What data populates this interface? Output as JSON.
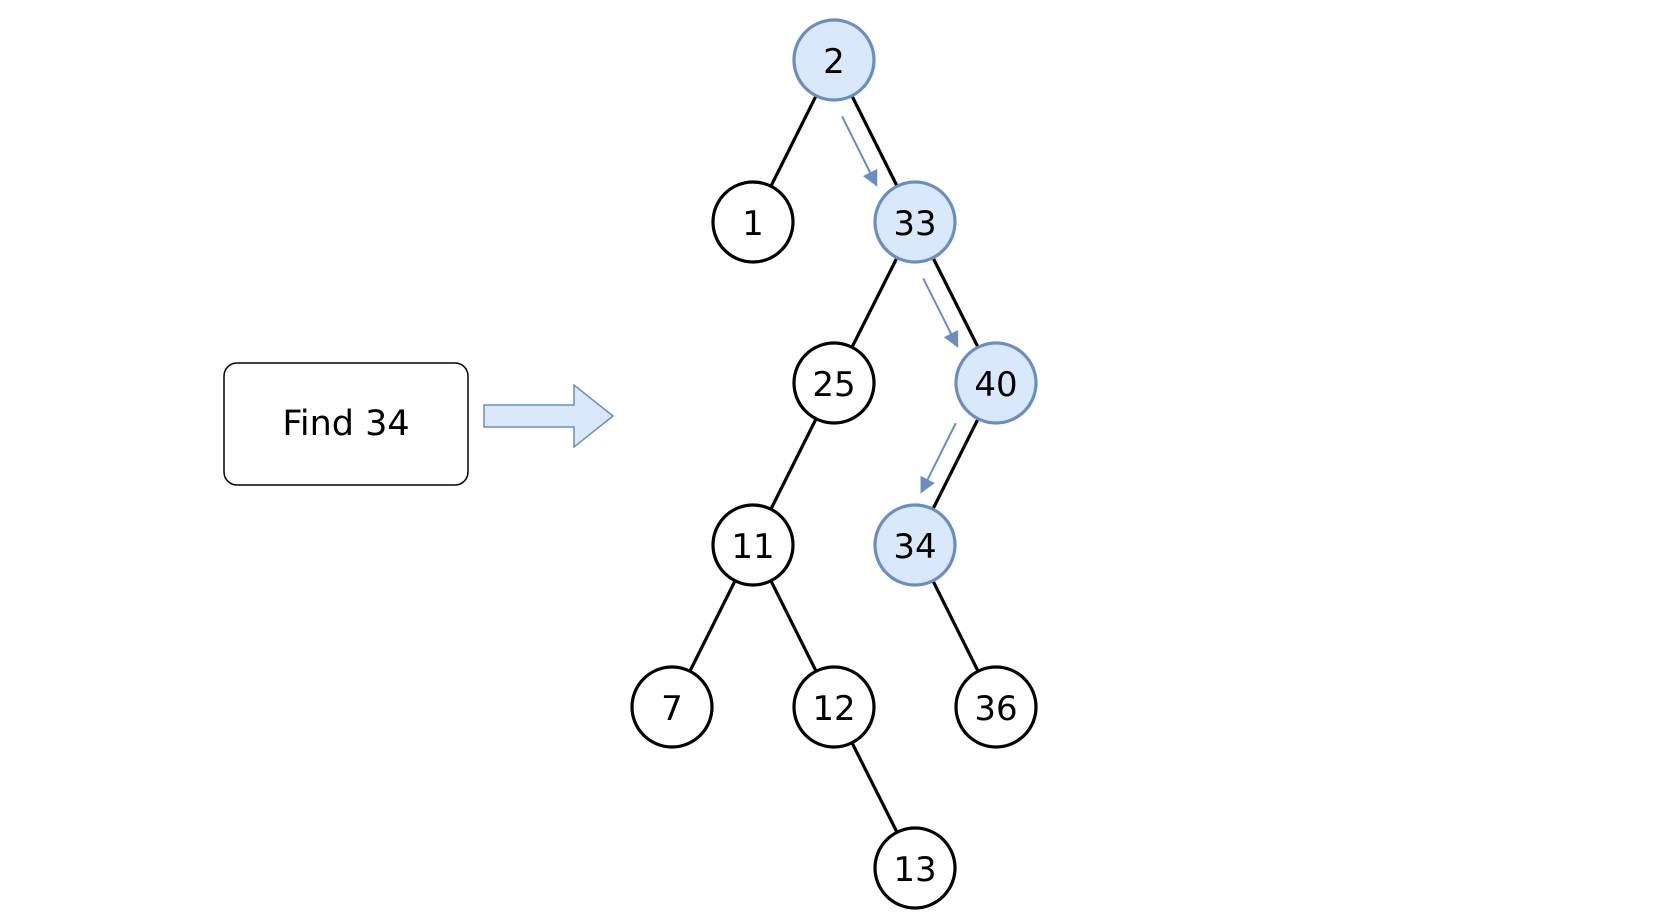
{
  "query": {
    "label": "Find 34"
  },
  "colors": {
    "highlight_fill": "#dae8fc",
    "highlight_stroke": "#6c8ebf",
    "node_stroke": "#000000",
    "edge": "#000000",
    "background": "#ffffff"
  },
  "tree": {
    "nodes": [
      {
        "id": "n2",
        "label": "2",
        "highlighted": true
      },
      {
        "id": "n1",
        "label": "1",
        "highlighted": false
      },
      {
        "id": "n33",
        "label": "33",
        "highlighted": true
      },
      {
        "id": "n25",
        "label": "25",
        "highlighted": false
      },
      {
        "id": "n40",
        "label": "40",
        "highlighted": true
      },
      {
        "id": "n11",
        "label": "11",
        "highlighted": false
      },
      {
        "id": "n34",
        "label": "34",
        "highlighted": true
      },
      {
        "id": "n7",
        "label": "7",
        "highlighted": false
      },
      {
        "id": "n12",
        "label": "12",
        "highlighted": false
      },
      {
        "id": "n36",
        "label": "36",
        "highlighted": false
      },
      {
        "id": "n13",
        "label": "13",
        "highlighted": false
      }
    ],
    "edges": [
      {
        "from": "n2",
        "to": "n1"
      },
      {
        "from": "n2",
        "to": "n33"
      },
      {
        "from": "n33",
        "to": "n25"
      },
      {
        "from": "n33",
        "to": "n40"
      },
      {
        "from": "n25",
        "to": "n11"
      },
      {
        "from": "n40",
        "to": "n34"
      },
      {
        "from": "n11",
        "to": "n7"
      },
      {
        "from": "n11",
        "to": "n12"
      },
      {
        "from": "n34",
        "to": "n36"
      },
      {
        "from": "n12",
        "to": "n13"
      }
    ],
    "search_path": [
      "n2",
      "n33",
      "n40",
      "n34"
    ]
  }
}
